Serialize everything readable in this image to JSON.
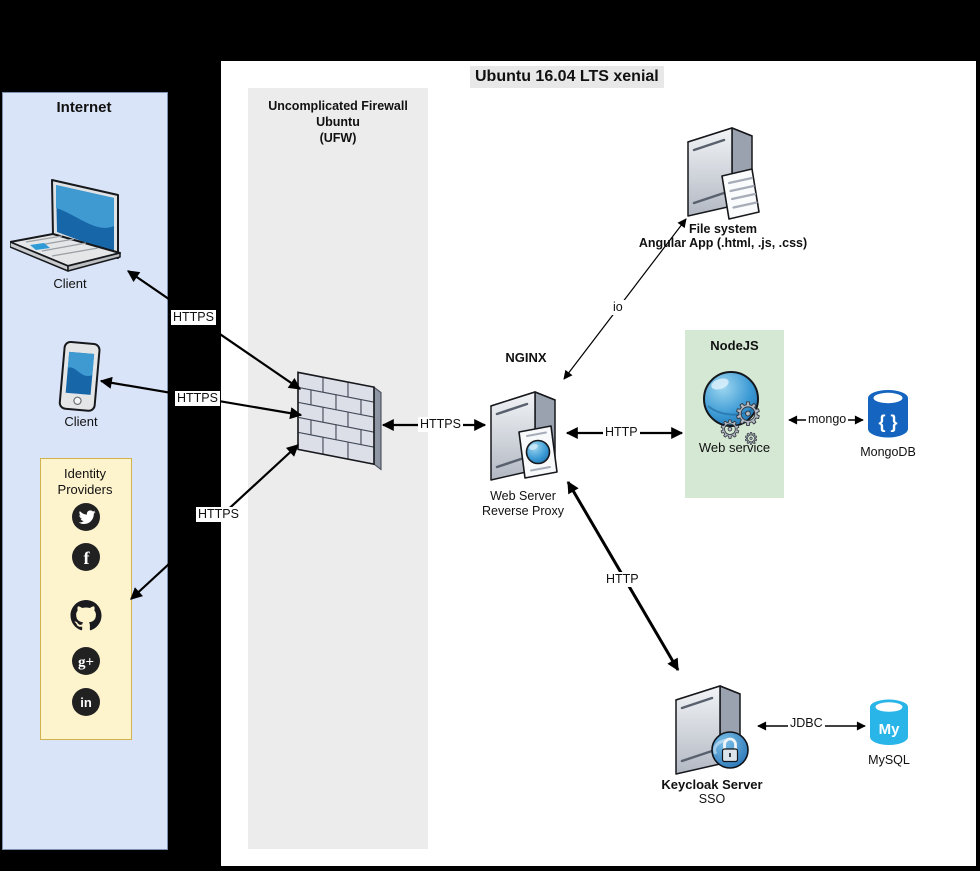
{
  "title": "Ubuntu 16.04 LTS xenial",
  "zones": {
    "internet": {
      "title": "Internet"
    },
    "ufw": {
      "title_lines": [
        "Uncomplicated Firewall",
        "Ubuntu",
        "(UFW)"
      ]
    },
    "nodejs": {
      "title": "NodeJS",
      "service_label": "Web service"
    }
  },
  "nodes": {
    "laptop_client": {
      "label": "Client",
      "icon": "laptop-icon"
    },
    "phone_client": {
      "label": "Client",
      "icon": "smartphone-icon"
    },
    "identity_providers": {
      "title_lines": [
        "Identity",
        "Providers"
      ],
      "providers": [
        "Twitter",
        "Facebook",
        "GitHub",
        "Google+",
        "LinkedIn"
      ]
    },
    "firewall": {
      "icon": "brick-wall-icon"
    },
    "nginx": {
      "title": "NGINX",
      "label_lines": [
        "Web Server",
        "Reverse Proxy"
      ],
      "icon": "server-icon"
    },
    "file_system": {
      "label_lines": [
        "File system",
        "Angular App (.html, .js, .css)"
      ],
      "icon": "server-with-document-icon"
    },
    "web_service": {
      "icon": "globe-with-gears-icon"
    },
    "mongodb": {
      "label": "MongoDB",
      "icon": "database-cylinder-icon"
    },
    "keycloak": {
      "label_lines": [
        "Keycloak Server",
        "SSO"
      ],
      "icon": "server-with-lock-badge-icon"
    },
    "mysql": {
      "label": "MySQL",
      "icon": "database-cylinder-icon"
    }
  },
  "edges": {
    "laptop_firewall": "HTTPS",
    "phone_firewall": "HTTPS",
    "idp_firewall": "HTTPS",
    "firewall_nginx": "HTTPS",
    "nginx_filesystem": "io",
    "nginx_nodejs": "HTTP",
    "nodejs_mongodb": "mongo",
    "nginx_keycloak": "HTTP",
    "keycloak_mysql": "JDBC"
  },
  "colors": {
    "canvas_bg": "#000000",
    "ubuntu_bg": "#ffffff",
    "internet_bg": "#dae4f8",
    "internet_border": "#7d90ad",
    "ufw_bg": "#ececec",
    "nodejs_bg": "#d5e8d4",
    "idp_bg": "#fdf3cd",
    "idp_border": "#d2b24c",
    "title_highlight": "#e8e8e8",
    "screen_blue": "#1766a8",
    "mongodb_blue": "#1565c0",
    "mysql_cyan": "#29b5e8",
    "social_circle": "#212121"
  }
}
